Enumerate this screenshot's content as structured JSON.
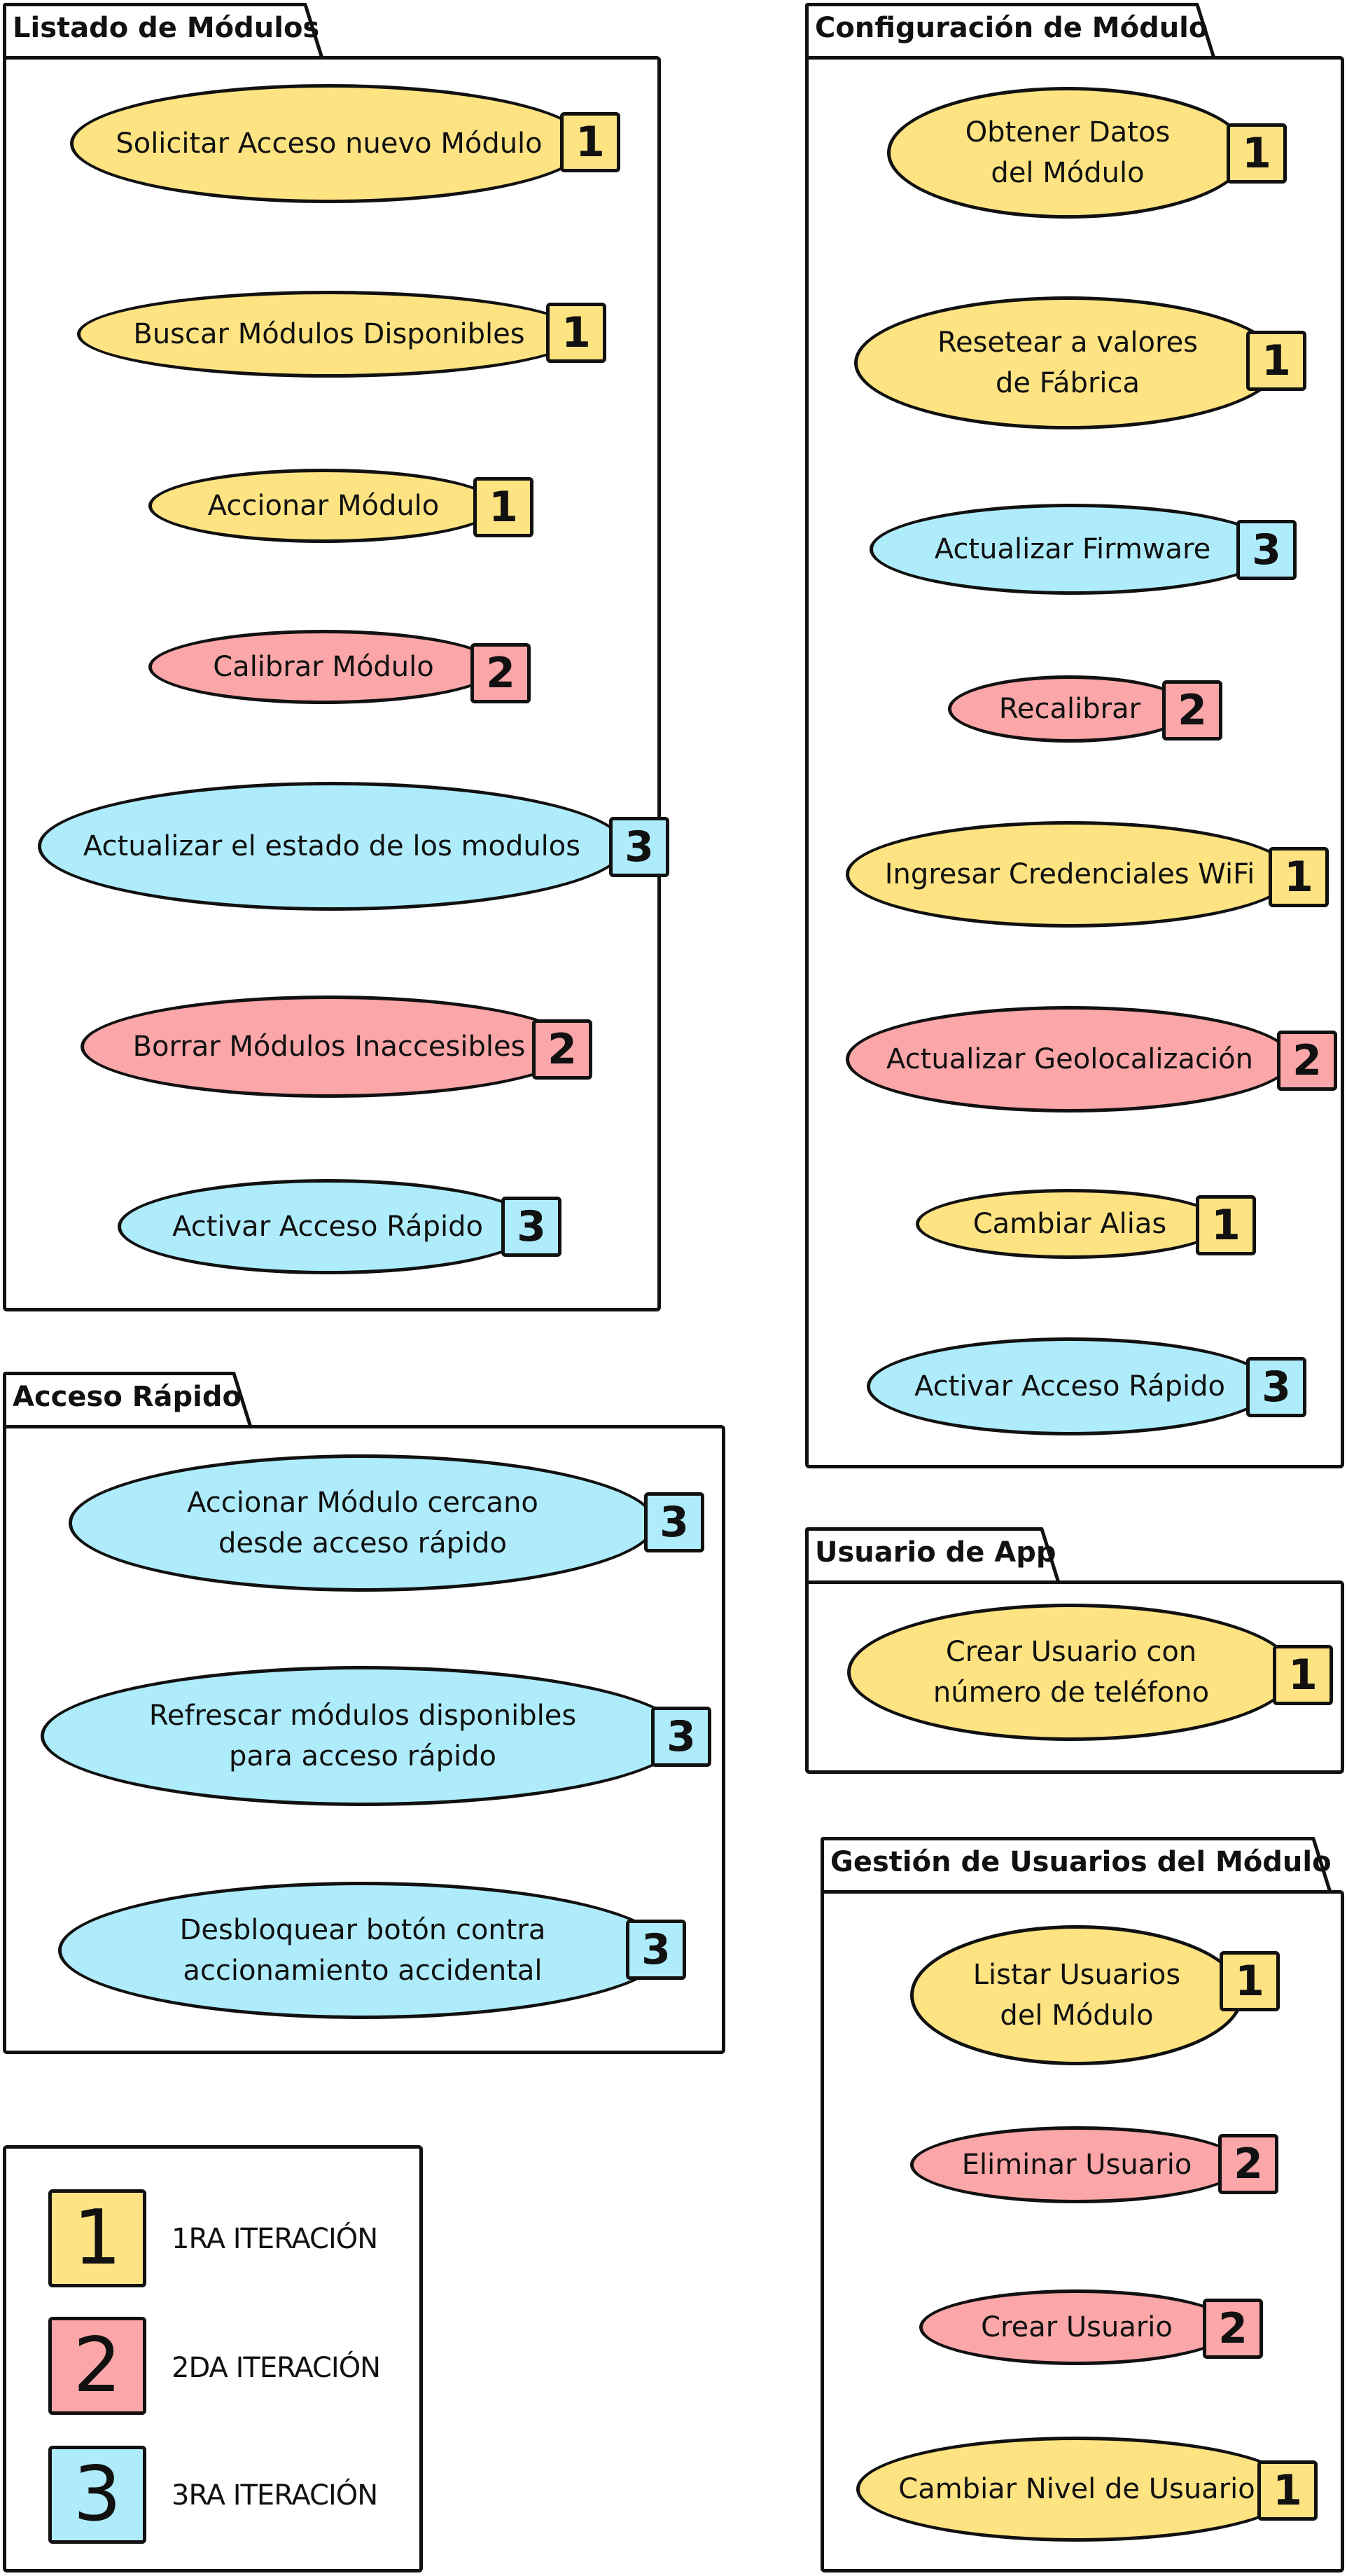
{
  "colors": {
    "iteration_1": "#fee382",
    "iteration_2": "#fba6a8",
    "iteration_3": "#aeecfb",
    "outline": "#111111"
  },
  "packages": [
    {
      "title": "Listado de Módulos",
      "use_cases": [
        {
          "label": "Solicitar Acceso nuevo Módulo",
          "iteration": "1"
        },
        {
          "label": "Buscar Módulos Disponibles",
          "iteration": "1"
        },
        {
          "label": "Accionar Módulo",
          "iteration": "1"
        },
        {
          "label": "Calibrar Módulo",
          "iteration": "2"
        },
        {
          "label": "Actualizar el estado de los modulos",
          "iteration": "3"
        },
        {
          "label": "Borrar Módulos Inaccesibles",
          "iteration": "2"
        },
        {
          "label": "Activar Acceso Rápido",
          "iteration": "3"
        }
      ]
    },
    {
      "title": "Configuración de Módulo",
      "use_cases": [
        {
          "label": "Obtener Datos\ndel Módulo",
          "iteration": "1"
        },
        {
          "label": "Resetear a valores\nde Fábrica",
          "iteration": "1"
        },
        {
          "label": "Actualizar Firmware",
          "iteration": "3"
        },
        {
          "label": "Recalibrar",
          "iteration": "2"
        },
        {
          "label": "Ingresar Credenciales WiFi",
          "iteration": "1"
        },
        {
          "label": "Actualizar Geolocalización",
          "iteration": "2"
        },
        {
          "label": "Cambiar Alias",
          "iteration": "1"
        },
        {
          "label": "Activar Acceso Rápido",
          "iteration": "3"
        }
      ]
    },
    {
      "title": "Acceso Rápido",
      "use_cases": [
        {
          "label": "Accionar Módulo cercano\ndesde acceso rápido",
          "iteration": "3"
        },
        {
          "label": "Refrescar módulos disponibles\npara acceso rápido",
          "iteration": "3"
        },
        {
          "label": "Desbloquear botón contra\naccionamiento accidental",
          "iteration": "3"
        }
      ]
    },
    {
      "title": "Usuario de App",
      "use_cases": [
        {
          "label": "Crear Usuario con\nnúmero de teléfono",
          "iteration": "1"
        }
      ]
    },
    {
      "title": "Gestión de Usuarios del Módulo",
      "use_cases": [
        {
          "label": "Listar Usuarios\ndel Módulo",
          "iteration": "1"
        },
        {
          "label": "Eliminar Usuario",
          "iteration": "2"
        },
        {
          "label": "Crear Usuario",
          "iteration": "2"
        },
        {
          "label": "Cambiar Nivel de Usuario",
          "iteration": "1"
        }
      ]
    }
  ],
  "legend": [
    {
      "number": "1",
      "label": "1RA ITERACIÓN"
    },
    {
      "number": "2",
      "label": "2DA ITERACIÓN"
    },
    {
      "number": "3",
      "label": "3RA ITERACIÓN"
    }
  ]
}
